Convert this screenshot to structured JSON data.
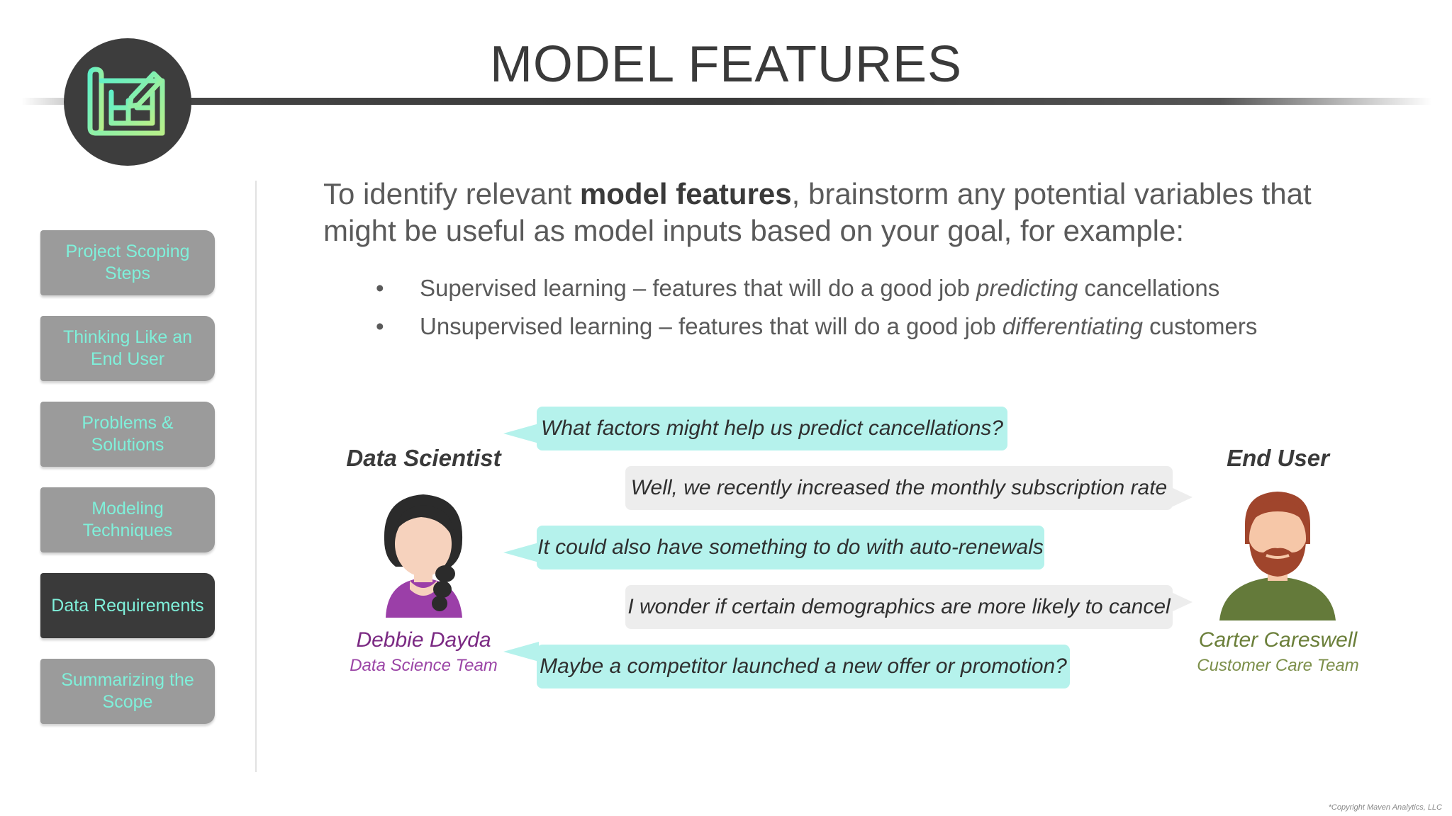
{
  "header": {
    "title": "MODEL FEATURES",
    "logo_icon": "blueprint-pencil-icon"
  },
  "sidebar": {
    "items": [
      {
        "label": "Project Scoping Steps",
        "active": false
      },
      {
        "label": "Thinking Like an End User",
        "active": false
      },
      {
        "label": "Problems & Solutions",
        "active": false
      },
      {
        "label": "Modeling Techniques",
        "active": false
      },
      {
        "label": "Data Requirements",
        "active": true
      },
      {
        "label": "Summarizing the Scope",
        "active": false
      }
    ]
  },
  "intro": {
    "before": "To identify relevant ",
    "bold": "model features",
    "after": ", brainstorm any potential variables that might be useful as model inputs based on your goal, for example:"
  },
  "bullets": [
    {
      "before": "Supervised learning – features that will do a good job ",
      "em": "predicting",
      "after": " cancellations"
    },
    {
      "before": "Unsupervised learning – features that will do a good job ",
      "em": "differentiating",
      "after": " customers"
    }
  ],
  "conversation": {
    "left": {
      "role": "Data Scientist",
      "name": "Debbie Dayda",
      "team": "Data Science Team",
      "color": "#7b2a83"
    },
    "right": {
      "role": "End User",
      "name": "Carter Careswell",
      "team": "Customer Care Team",
      "color": "#6b7f3a"
    },
    "messages": [
      {
        "speaker": "left",
        "text": "What factors might help us predict cancellations?"
      },
      {
        "speaker": "right",
        "text": "Well, we recently increased the monthly subscription rate"
      },
      {
        "speaker": "left",
        "text": "It could also have something to do with auto-renewals"
      },
      {
        "speaker": "right",
        "text": "I wonder if certain demographics are more likely to cancel"
      },
      {
        "speaker": "left",
        "text": "Maybe a competitor launched a new offer or promotion?"
      }
    ]
  },
  "colors": {
    "accent": "#7ff0da",
    "bubble_ds": "#b5f2ec",
    "bubble_eu": "#ededed",
    "nav_inactive": "#9b9b9b",
    "nav_active": "#3a3a3a"
  },
  "footer": {
    "copyright": "*Copyright Maven Analytics, LLC"
  }
}
